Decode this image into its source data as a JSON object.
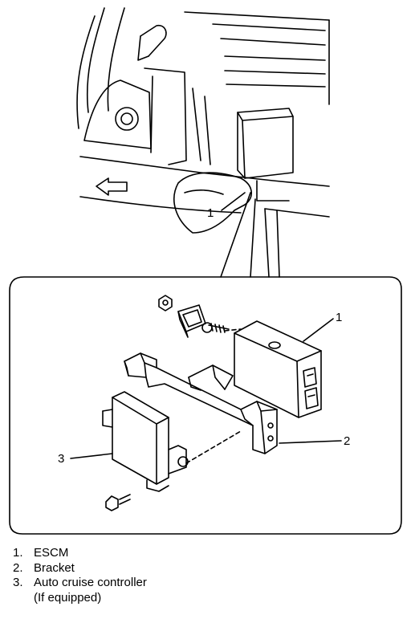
{
  "callouts": {
    "c1_top": "1",
    "c1_inset": "1",
    "c2_inset": "2",
    "c3_inset": "3"
  },
  "legend": [
    {
      "number": "1.",
      "text": "ESCM"
    },
    {
      "number": "2.",
      "text": "Bracket"
    },
    {
      "number": "3.",
      "text": "Auto cruise controller",
      "note": "(If equipped)"
    }
  ]
}
